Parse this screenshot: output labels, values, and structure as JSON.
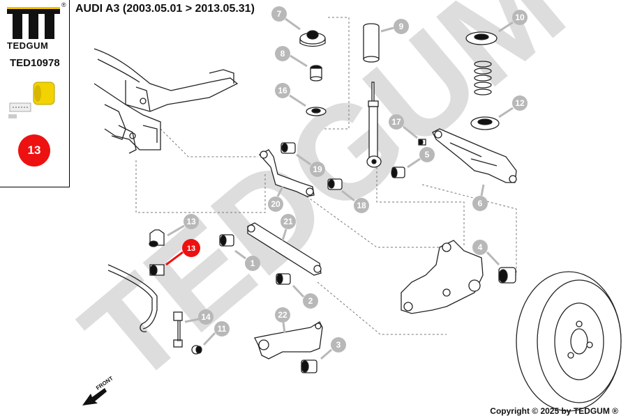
{
  "brand": {
    "name": "TEDGUM",
    "registered": "®"
  },
  "product": {
    "ref": "TED10978",
    "badge": "13"
  },
  "title": "AUDI A3 (2003.05.01 > 2013.05.31)",
  "watermark": "TEDGUM",
  "callouts": [
    "1",
    "2",
    "3",
    "4",
    "5",
    "6",
    "7",
    "8",
    "9",
    "10",
    "11",
    "12",
    "13",
    "14",
    "16",
    "17",
    "18",
    "19",
    "20",
    "21",
    "22",
    "13"
  ],
  "direction_label": "FRONT",
  "copyright": "Copyright © 2025 by TEDGUM ®",
  "colors": {
    "accent": "#ee1111",
    "callout": "#b8b8b8",
    "line": "#222222"
  }
}
